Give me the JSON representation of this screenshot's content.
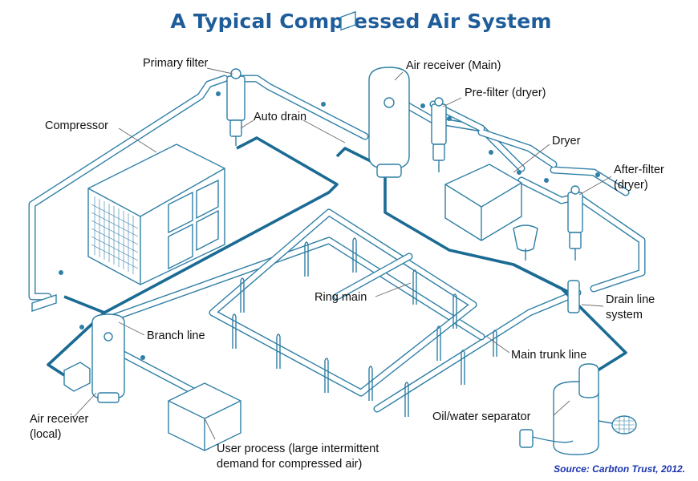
{
  "title": "A Typical Compressed Air System",
  "labels": {
    "primary_filter": "Primary filter",
    "air_receiver_main": "Air receiver (Main)",
    "pre_filter": "Pre-filter (dryer)",
    "compressor": "Compressor",
    "auto_drain": "Auto drain",
    "dryer": "Dryer",
    "after_filter_line1": "After-filter",
    "after_filter_line2": "(dryer)",
    "ring_main": "Ring main",
    "drain_line_line1": "Drain line",
    "drain_line_line2": "system",
    "branch_line": "Branch line",
    "main_trunk_line": "Main trunk line",
    "air_receiver_local_line1": "Air receiver",
    "air_receiver_local_line2": "(local)",
    "oil_water_separator": "Oil/water separator",
    "user_process_line1": "User process (large intermittent",
    "user_process_line2": "demand for compressed air)"
  },
  "source": "Source: Carbton Trust, 2012.",
  "colors": {
    "pipe": "#2f7fa6",
    "title": "#1f5d9a",
    "source": "#1a34b0"
  }
}
